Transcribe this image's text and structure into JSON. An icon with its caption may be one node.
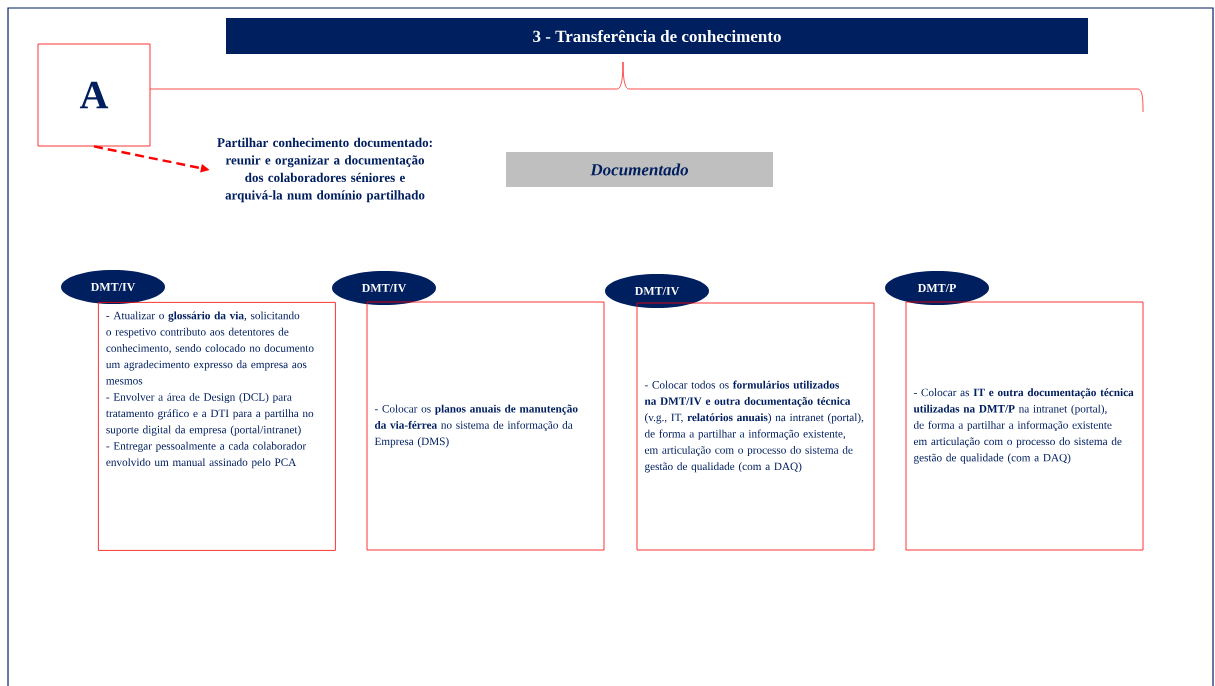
{
  "diagram": {
    "title": "3 - Transferência de conhecimento",
    "nodes": [
      {
        "text": [
          "A"
        ]
      },
      {
        "text": [
          "Partilhar conhecimento documentado: reunir e organizar a documentação dos colaboradores séniores e arquivá-la num domínio partilhado"
        ]
      },
      {
        "text": [
          "Documentado"
        ]
      },
      {
        "text": [
          "DMT/IV"
        ]
      },
      {
        "text": [
          "- Atualizar o **glossário da via**, solicitando o respetivo contributo aos detentores de conhecimento, sendo colocado no documento um agradecimento expresso da empresa aos mesmos",
          "- Envolver a área de Design (DCL) para tratamento gráfico e a DTI para a partilha no suporte digital da empresa (portal/intranet)",
          "- Entregar pessoalmente a cada colaborador envolvido um manual assinado pelo PCA"
        ]
      },
      {
        "text": [
          "DMT/IV"
        ]
      },
      {
        "text": [
          "- Colocar os **planos anuais de manutenção da via-férrea** no sistema de informação da Empresa (DMS)"
        ]
      },
      {
        "text": [
          "DMT/IV"
        ]
      },
      {
        "text": [
          "- Colocar todos os **formulários utilizados na DMT/IV e outra documentação técnica** (v.g., IT, **relatórios anuais**) na intranet (portal), de forma a partilhar a informação existente, em articulação com o processo do sistema de gestão de qualidade (com a DAQ)"
        ]
      },
      {
        "text": [
          "DMT/P"
        ]
      },
      {
        "text": [
          "- Colocar as **IT e outra documentação técnica utilizadas na DMT/P** na intranet (portal), de forma a partilhar a informação existente em articulação com o processo do sistema de gestão de qualidade (com a DAQ)"
        ]
      }
    ],
    "edges": [
      {
        "from": 0,
        "to": 1,
        "arrow": "to",
        "style": "dashed"
      }
    ]
  }
}
